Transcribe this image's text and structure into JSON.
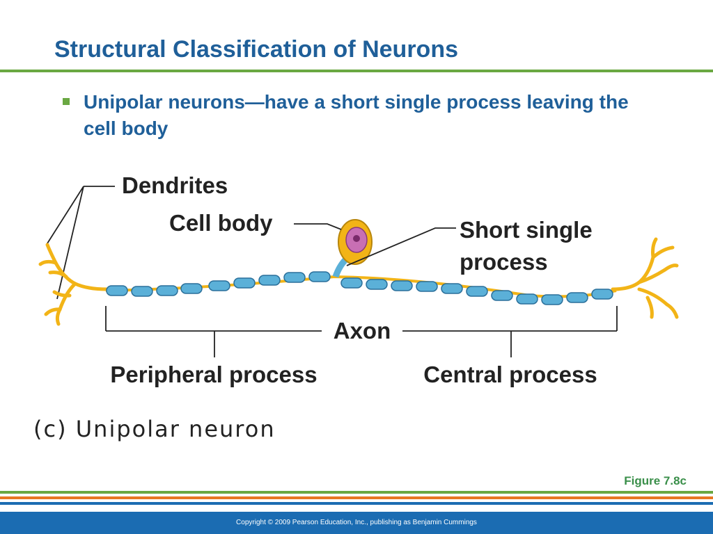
{
  "slide": {
    "title": "Structural Classification of Neurons",
    "bullet": "Unipolar neurons—have a short single process leaving the cell body"
  },
  "diagram": {
    "labels": {
      "dendrites": "Dendrites",
      "cell_body": "Cell body",
      "short_single_line1": "Short single",
      "short_single_line2": "process",
      "axon": "Axon",
      "peripheral": "Peripheral process",
      "central": "Central process"
    },
    "caption": "(c) Unipolar neuron"
  },
  "figure_ref": "Figure 7.8c",
  "footer": {
    "copyright": "Copyright © 2009 Pearson Education, Inc., publishing as Benjamin Cummings"
  },
  "colors": {
    "title_blue": "#1f5f99",
    "accent_green": "#6aa842",
    "accent_orange": "#e87722",
    "footer_blue": "#1b6cb2",
    "myelin_blue": "#5bb0d8",
    "dendrite_yellow": "#f2b417",
    "nucleus_purple": "#b04a9a"
  }
}
